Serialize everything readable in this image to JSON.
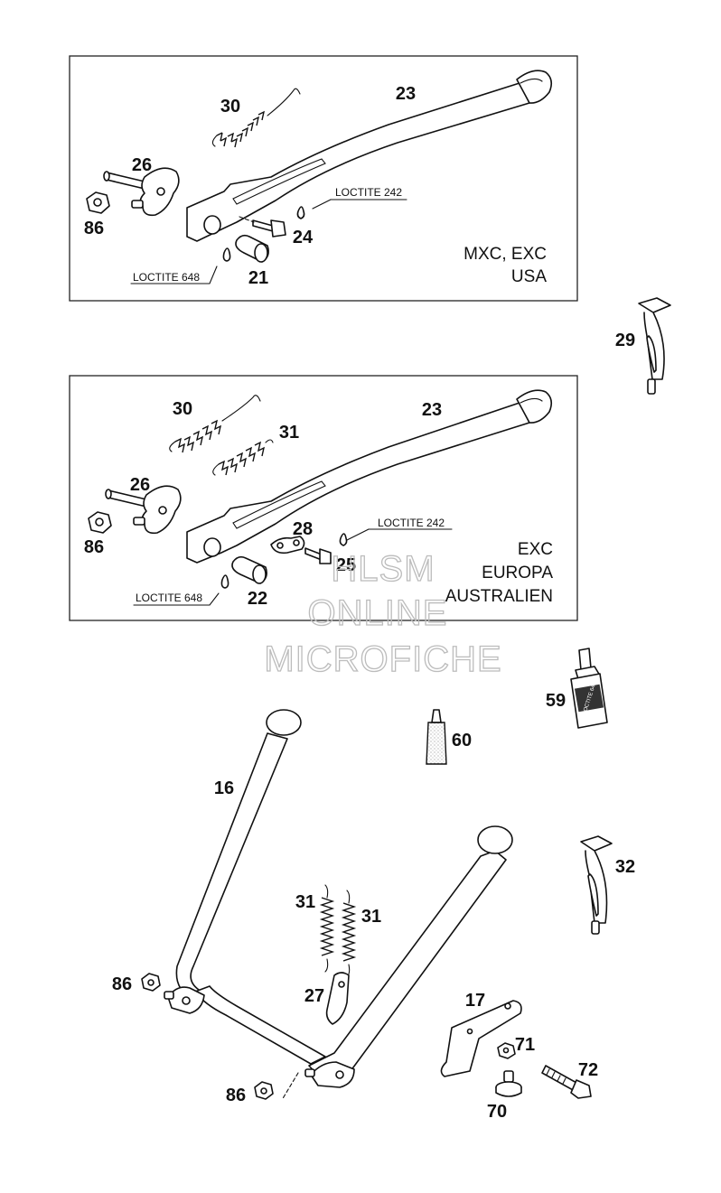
{
  "panel_top": {
    "variant_lines": [
      "MXC, EXC",
      "USA"
    ],
    "loctite_a": "LOCTITE 242",
    "loctite_b": "LOCTITE 648",
    "callouts": {
      "p30": "30",
      "p23": "23",
      "p26": "26",
      "p86": "86",
      "p24": "24",
      "p21": "21"
    }
  },
  "panel_mid": {
    "variant_lines": [
      "EXC",
      "EUROPA",
      "AUSTRALIEN"
    ],
    "loctite_a": "LOCTITE 242",
    "loctite_b": "LOCTITE 648",
    "callouts": {
      "p30": "30",
      "p31": "31",
      "p23": "23",
      "p26": "26",
      "p86": "86",
      "p28": "28",
      "p25": "25",
      "p22": "22"
    }
  },
  "loose_parts": {
    "callouts": {
      "p29": "29",
      "p59": "59",
      "p60": "60",
      "p32": "32",
      "p16": "16",
      "p31a": "31",
      "p31b": "31",
      "p86a": "86",
      "p27": "27",
      "p17": "17",
      "p71": "71",
      "p72": "72",
      "p86b": "86",
      "p70": "70"
    },
    "tube_59_label": "LOCTITE 648"
  },
  "watermark": {
    "line1": "HLSM",
    "line2": "ONLINE",
    "line3": "MICROFICHE"
  }
}
